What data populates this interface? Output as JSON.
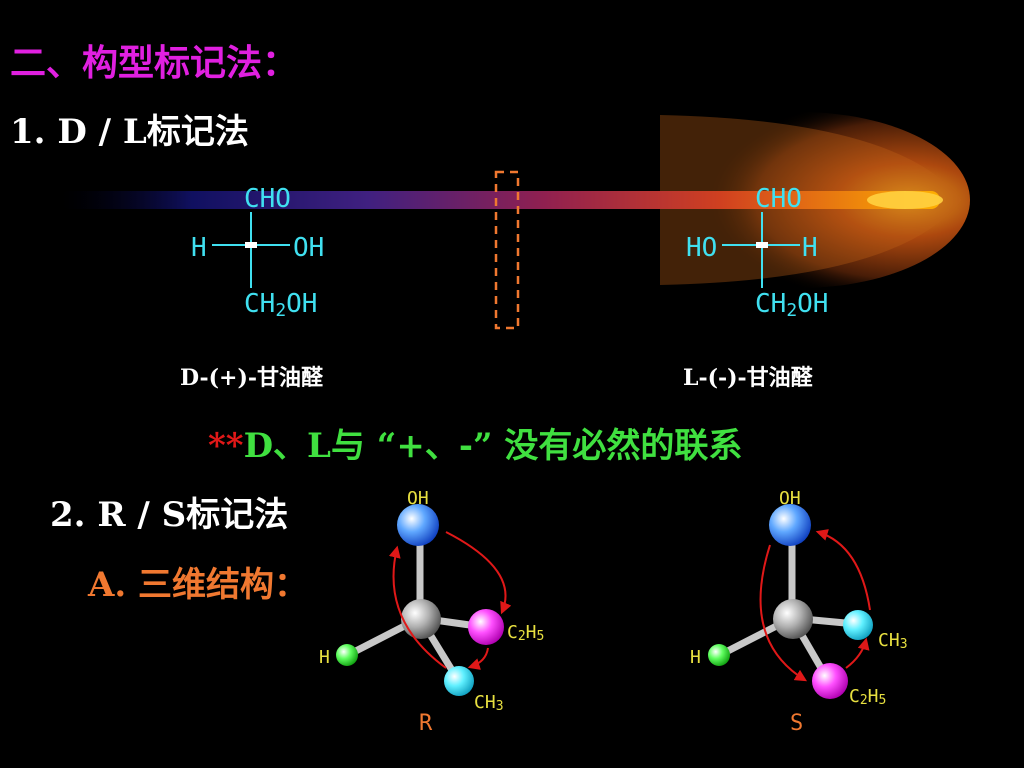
{
  "slide": {
    "heading": "二、构型标记法：",
    "section_dl": "1. D / L标记法",
    "section_rs": "2. R / S标记法",
    "subsection_a": "A. 三维结构：",
    "note_stars": "**",
    "note_text": "D、L与 “+、-” 没有必然的联系"
  },
  "fischer": {
    "d": {
      "top": "CHO",
      "left": "H",
      "right": "OH",
      "bottom_a": "CH",
      "bottom_sub": "2",
      "bottom_b": "OH",
      "caption": "D-(+)-甘油醛"
    },
    "l": {
      "top": "CHO",
      "left": "HO",
      "right": "H",
      "bottom_a": "CH",
      "bottom_sub": "2",
      "bottom_b": "OH",
      "caption": "L-(-)-甘油醛"
    }
  },
  "models": {
    "r": {
      "top": "OH",
      "left": "H",
      "right_a": "C",
      "right_sub1": "2",
      "right_b": "H",
      "right_sub2": "5",
      "bottom_a": "CH",
      "bottom_sub": "3",
      "label": "R"
    },
    "s": {
      "top": "OH",
      "left": "H",
      "right_a": "CH",
      "right_sub": "3",
      "bottom_a": "C",
      "bottom_sub1": "2",
      "bottom_b": "H",
      "bottom_sub2": "5",
      "label": "S"
    }
  },
  "colors": {
    "heading": "#e020e0",
    "cyan": "#40e0f0",
    "label_yellow": "#e8e040",
    "orange": "#f07830",
    "green_note": "#40e040",
    "red_stars": "#e01818",
    "arrow_red": "#e01818"
  }
}
